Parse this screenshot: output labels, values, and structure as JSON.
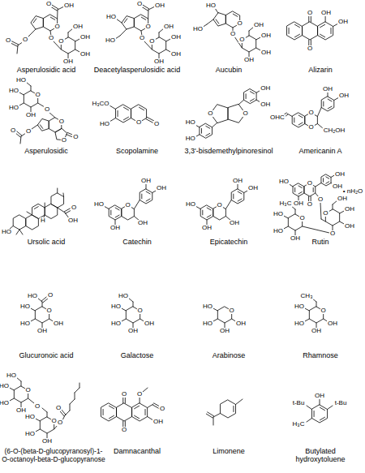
{
  "diagram": {
    "labels": [
      "Asperulosidic acid",
      "Deacetylasperulosidic acid",
      "Aucubin",
      "Alizarin",
      "Asperulosidic",
      "Scopolamine",
      "3,3'-bisdemethylpinoresinol",
      "Americanin A",
      "Ursolic acid",
      "Catechin",
      "Epicatechin",
      "Rutin",
      "Glucuronoic acid",
      "Galactose",
      "Arabinose",
      "Rhamnose",
      "(6-O-(beta-D-glucopyranosyl)-1-O-octanoyl-beta-D-glucopyranose",
      "Damnacanthal",
      "Limonene",
      "Butylated hydroxytoluene",
      "O",
      "OH",
      "O",
      "O",
      "O",
      "OH",
      "OH",
      "OH",
      "OH",
      "O",
      "O",
      "O",
      "OH",
      "O",
      "O",
      "O",
      "OH",
      "OH",
      "OH",
      "OH",
      "HO",
      "HO",
      "O",
      "HO",
      "HO",
      "O",
      "O",
      "OH",
      "OH",
      "OH",
      "OH",
      "O",
      "O",
      "OH",
      "OH",
      "O",
      "HO",
      "HO",
      "HO",
      "OH",
      "O",
      "O",
      "O",
      "O",
      "O",
      "O",
      "H₃CO",
      "HO",
      "O",
      "O",
      "O",
      "O",
      "OH",
      "OH",
      "HO",
      "HO",
      "O",
      "O",
      "OH",
      "OH",
      "OHC",
      "CH₂OH",
      "O",
      "OH",
      "HO",
      "H",
      "O",
      "OH",
      "OH",
      "OH",
      "HO",
      "OH",
      "O",
      "OH",
      "OH",
      "OH",
      "HO",
      "OH",
      "HO",
      "OH",
      "O",
      "O",
      "OH",
      "OH",
      "O",
      "O",
      "OH",
      "OH",
      "OH",
      "O",
      "O",
      "H₃C",
      "HO",
      "HO",
      "OH",
      "• nH₂O",
      "O",
      "HO",
      "HO",
      "HO",
      "OH",
      "OH",
      "O",
      "O",
      "HO",
      "HO",
      "HO",
      "OH",
      "OH",
      "O",
      "HO",
      "HO",
      "OH",
      "OH",
      "O",
      "CH₃",
      "HO",
      "HO",
      "OH",
      "OH",
      "O",
      "HO",
      "HO",
      "HO",
      "OH",
      "O",
      "O",
      "HO",
      "HO",
      "OH",
      "O",
      "O",
      "O",
      "O",
      "O",
      "O",
      "OH",
      "OH",
      "t-Bu",
      "t-Bu",
      "H₃C"
    ]
  }
}
